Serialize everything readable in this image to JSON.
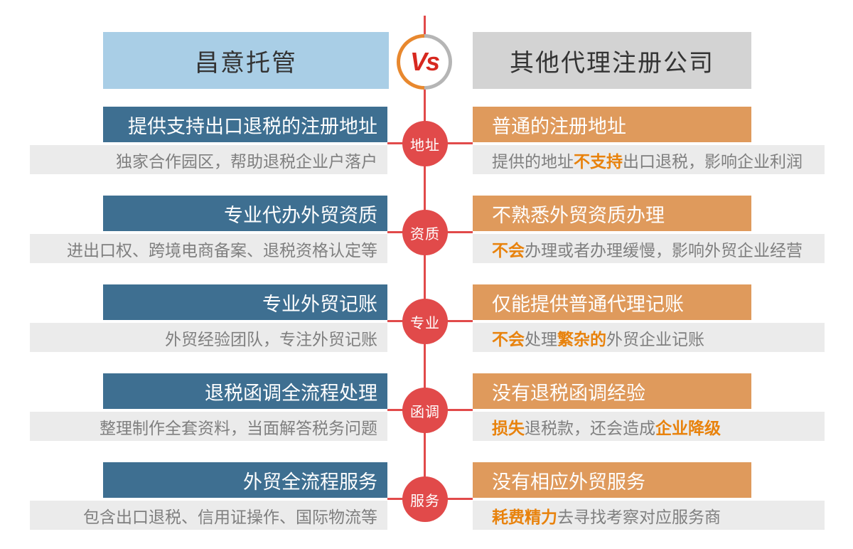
{
  "header": {
    "left_title": "昌意托管",
    "right_title": "其他代理注册公司",
    "vs_label": "Vs"
  },
  "colors": {
    "red": "#E14A4A",
    "darkblue": "#3E6F91",
    "orangebar": "#DF9A5C",
    "lightblue": "#A9CEE6",
    "topgray": "#D3D3D3",
    "subbg": "#EBEBEB",
    "subtext": "#7F7F7F",
    "highlight": "#E8820C",
    "ringorange": "#E8882E",
    "ringgray": "#B5B5B5",
    "vsred": "#D7281F"
  },
  "rows": [
    {
      "category": "地址",
      "left": {
        "title": "提供支持出口退税的注册地址",
        "desc": "独家合作园区，帮助退税企业户落户"
      },
      "right": {
        "title": "普通的注册地址",
        "desc_segments": [
          {
            "text": "提供的地址",
            "highlight": false
          },
          {
            "text": "不支持",
            "highlight": true
          },
          {
            "text": "出口退税，影响企业利润",
            "highlight": false
          }
        ]
      }
    },
    {
      "category": "资质",
      "left": {
        "title": "专业代办外贸资质",
        "desc": "进出口权、跨境电商备案、退税资格认定等"
      },
      "right": {
        "title": "不熟悉外贸资质办理",
        "desc_segments": [
          {
            "text": "不会",
            "highlight": true
          },
          {
            "text": "办理或者办理缓慢，影响外贸企业经营",
            "highlight": false
          }
        ]
      }
    },
    {
      "category": "专业",
      "left": {
        "title": "专业外贸记账",
        "desc": "外贸经验团队，专注外贸记账"
      },
      "right": {
        "title": "仅能提供普通代理记账",
        "desc_segments": [
          {
            "text": "不会",
            "highlight": true
          },
          {
            "text": "处理",
            "highlight": false
          },
          {
            "text": "繁杂的",
            "highlight": true
          },
          {
            "text": "外贸企业记账",
            "highlight": false
          }
        ]
      }
    },
    {
      "category": "函调",
      "left": {
        "title": "退税函调全流程处理",
        "desc": "整理制作全套资料，当面解答税务问题"
      },
      "right": {
        "title": "没有退税函调经验",
        "desc_segments": [
          {
            "text": "损失",
            "highlight": true
          },
          {
            "text": "退税款，还会造成",
            "highlight": false
          },
          {
            "text": "企业降级",
            "highlight": true
          }
        ]
      }
    },
    {
      "category": "服务",
      "left": {
        "title": "外贸全流程服务",
        "desc": "包含出口退税、信用证操作、国际物流等"
      },
      "right": {
        "title": "没有相应外贸服务",
        "desc_segments": [
          {
            "text": "耗费精力",
            "highlight": true
          },
          {
            "text": "去寻找考察对应服务商",
            "highlight": false
          }
        ]
      }
    }
  ]
}
